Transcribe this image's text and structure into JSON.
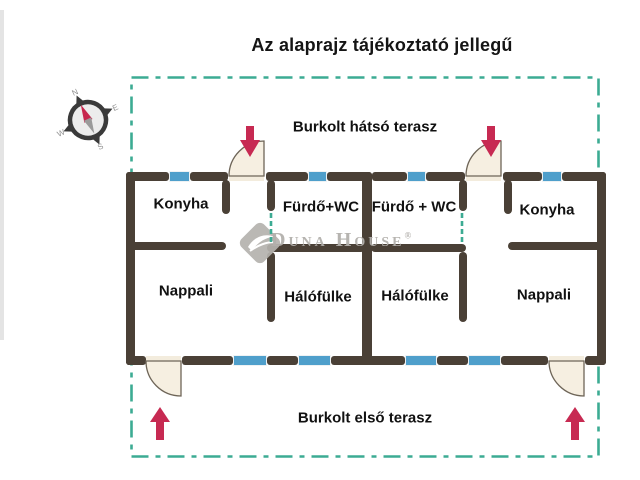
{
  "title": "Az alaprajz tájékoztató jellegű",
  "compass": {
    "n": "N",
    "e": "E",
    "s": "S",
    "w": "W"
  },
  "terrace": {
    "back": "Burkolt hátsó terasz",
    "front": "Burkolt első terasz"
  },
  "rooms": [
    {
      "label": "Konyha"
    },
    {
      "label": "Fürdő+WC"
    },
    {
      "label": "Fürdő + WC"
    },
    {
      "label": "Konyha"
    },
    {
      "label": "Nappali"
    },
    {
      "label": "Hálófülke"
    },
    {
      "label": "Hálófülke"
    },
    {
      "label": "Nappali"
    }
  ],
  "watermark": {
    "brand": "Duna House",
    "registered": "®"
  },
  "colors": {
    "wall": "#4a4036",
    "window": "#4f9fcb",
    "terrace_outline": "#3cab93",
    "entrance_arrow": "#c72a52",
    "door_fill": "#f6efe1",
    "watermark_gray": "#b3b0ac"
  }
}
